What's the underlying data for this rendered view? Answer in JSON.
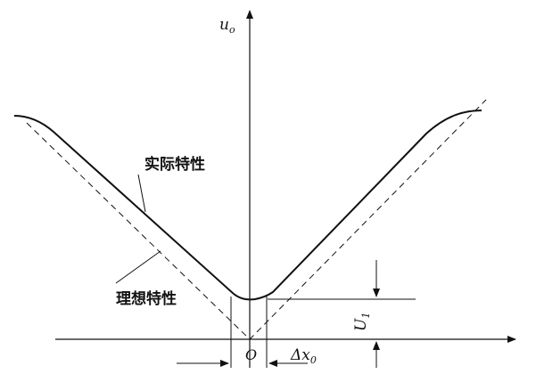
{
  "diagram": {
    "y_axis_label": "u",
    "y_axis_subscript": "o",
    "origin_label": "O",
    "actual_label": "实际特性",
    "ideal_label": "理想特性",
    "offset_label": "U",
    "offset_subscript": "1",
    "deadband_label": "Δx",
    "deadband_subscript": "0"
  }
}
